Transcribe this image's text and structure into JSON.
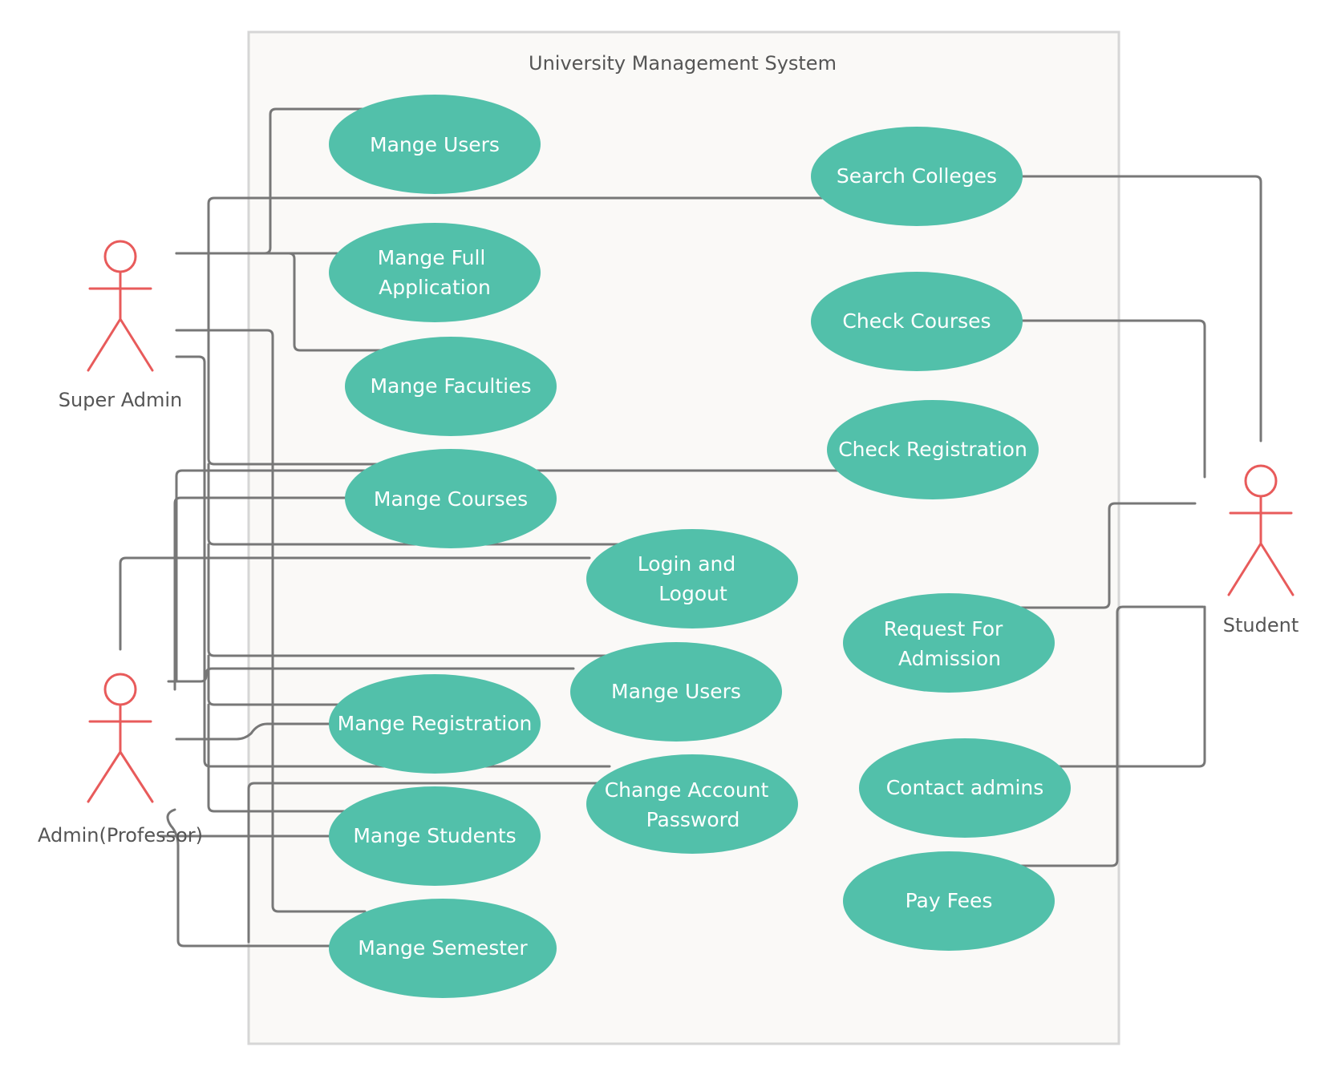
{
  "system": {
    "title": "University Management System"
  },
  "actors": {
    "super_admin": "Super Admin",
    "admin_professor": "Admin(Professor)",
    "student": "Student"
  },
  "use_cases": {
    "manage_users_top": [
      "Mange Users"
    ],
    "manage_full_application": [
      "Mange Full",
      "Application"
    ],
    "manage_faculties": [
      "Mange Faculties"
    ],
    "manage_courses": [
      "Mange Courses"
    ],
    "manage_registration": [
      "Mange Registration"
    ],
    "manage_students": [
      "Mange Students"
    ],
    "manage_semester": [
      "Mange Semester"
    ],
    "login_logout": [
      "Login and",
      "Logout"
    ],
    "manage_users_center": [
      "Mange Users"
    ],
    "change_account_password": [
      "Change Account",
      "Password"
    ],
    "search_colleges": [
      "Search Colleges"
    ],
    "check_courses": [
      "Check Courses"
    ],
    "check_registration": [
      "Check Registration"
    ],
    "request_admission": [
      "Request For",
      "Admission"
    ],
    "contact_admins": [
      "Contact admins"
    ],
    "pay_fees": [
      "Pay Fees"
    ]
  },
  "colors": {
    "usecase_fill": "#52c0aa",
    "actor_stroke": "#e85b5b",
    "connector": "#777777",
    "system_border": "#d6d6d6",
    "system_fill": "#faf9f7"
  }
}
